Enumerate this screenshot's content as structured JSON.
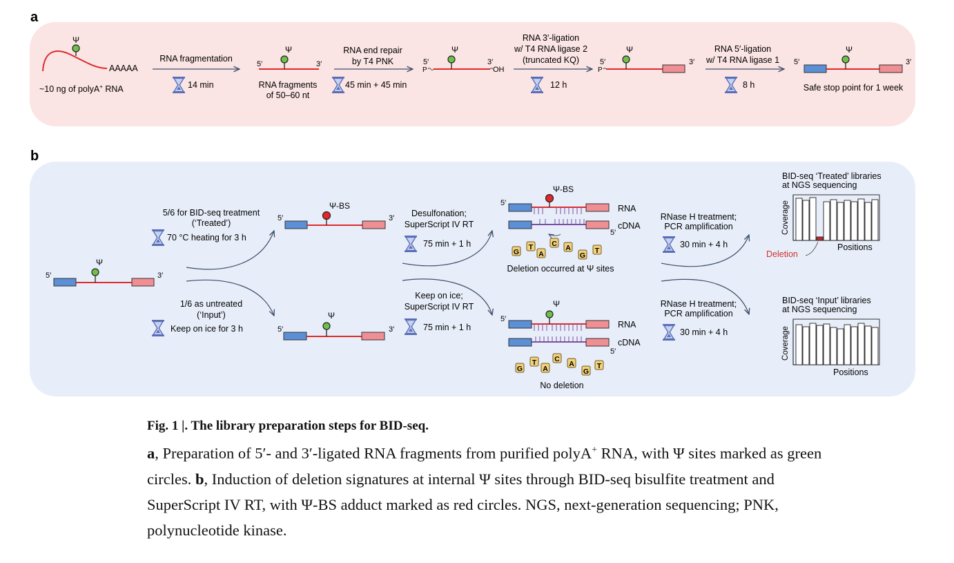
{
  "panel_a": {
    "letter": "a",
    "input_label": "~10 ng of polyA",
    "input_sup": "+",
    "input_suffix": " RNA",
    "polya": "AAAAA",
    "psi": "Ψ",
    "five": "5′",
    "three": "3′",
    "p_mark": "P",
    "oh_mark": "OH",
    "step1": {
      "title": "RNA fragmentation",
      "time": "14 min"
    },
    "fragments_label": [
      "RNA fragments",
      "of 50–60 nt"
    ],
    "step2": {
      "title": [
        "RNA end repair",
        "by T4 PNK"
      ],
      "time": "45 min + 45 min"
    },
    "step3": {
      "title": [
        "RNA 3′-ligation",
        "w/ T4 RNA ligase 2",
        "(truncated KQ)"
      ],
      "time": "12 h"
    },
    "step4": {
      "title": [
        "RNA 5′-ligation",
        "w/ T4 RNA ligase 1"
      ],
      "time": "8 h"
    },
    "final_label": "Safe stop point for 1 week"
  },
  "panel_b": {
    "letter": "b",
    "treated_branch": {
      "title": [
        "5/6 for BID-seq treatment",
        "(‘Treated’)"
      ],
      "time": "70 °C heating for 3 h"
    },
    "input_branch": {
      "title": [
        "1/6 as untreated",
        "(‘Input’)"
      ],
      "time": "Keep on ice for 3 h"
    },
    "psi_bs": "Ψ-BS",
    "rt_treated": {
      "title": [
        "Desulfonation;",
        "SuperScript IV RT"
      ],
      "time": "75 min + 1 h"
    },
    "rt_input": {
      "title": [
        "Keep on ice;",
        "SuperScript IV RT"
      ],
      "time": "75 min + 1 h"
    },
    "rna_label": "RNA",
    "cdna_label": "cDNA",
    "nucleotides": [
      "G",
      "T",
      "A",
      "C",
      "A",
      "G",
      "T"
    ],
    "deletion_note": "Deletion occurred at Ψ sites",
    "no_deletion_note": "No deletion",
    "pcr": {
      "title": [
        "RNase H treatment;",
        "PCR amplification"
      ],
      "time": "30 min + 4 h"
    },
    "treated_lib": {
      "title": [
        "BID-seq ‘Treated’ libraries",
        "at NGS sequencing"
      ],
      "ylabel": "Coverage",
      "xlabel": "Positions",
      "deletion": "Deletion"
    },
    "input_lib": {
      "title": [
        "BID-seq ‘Input’ libraries",
        "at NGS sequencing"
      ],
      "ylabel": "Coverage",
      "xlabel": "Positions"
    }
  },
  "caption": {
    "title": "Fig. 1 |. The library preparation steps for BID-seq.",
    "a_letter": "a",
    "a_text": ", Preparation of 5′- and 3′-ligated RNA fragments from purified polyA",
    "a_sup": "+",
    "a_text2": " RNA, with Ψ sites marked as green circles. ",
    "b_letter": "b",
    "b_text": ", Induction of deletion signatures at internal Ψ sites through BID-seq bisulfite treatment and SuperScript IV RT, with Ψ-BS adduct marked as red circles. NGS, next-generation sequencing; PNK, polynucleotide kinase."
  },
  "colors": {
    "panel_a_bg": "#fbe4e4",
    "panel_b_bg": "#e8eef9",
    "rna_line": "#e02a2a",
    "adapter_blue": "#5b8fd6",
    "adapter_pink": "#ef8f93",
    "psi_green": "#6fc04a",
    "psi_bs_red": "#e3262b",
    "cdna_purple": "#7a4fa0",
    "hourglass": "#5a6fb8",
    "nucleotide_fill": "#f3d27a",
    "arrow": "#3d4f6b"
  }
}
